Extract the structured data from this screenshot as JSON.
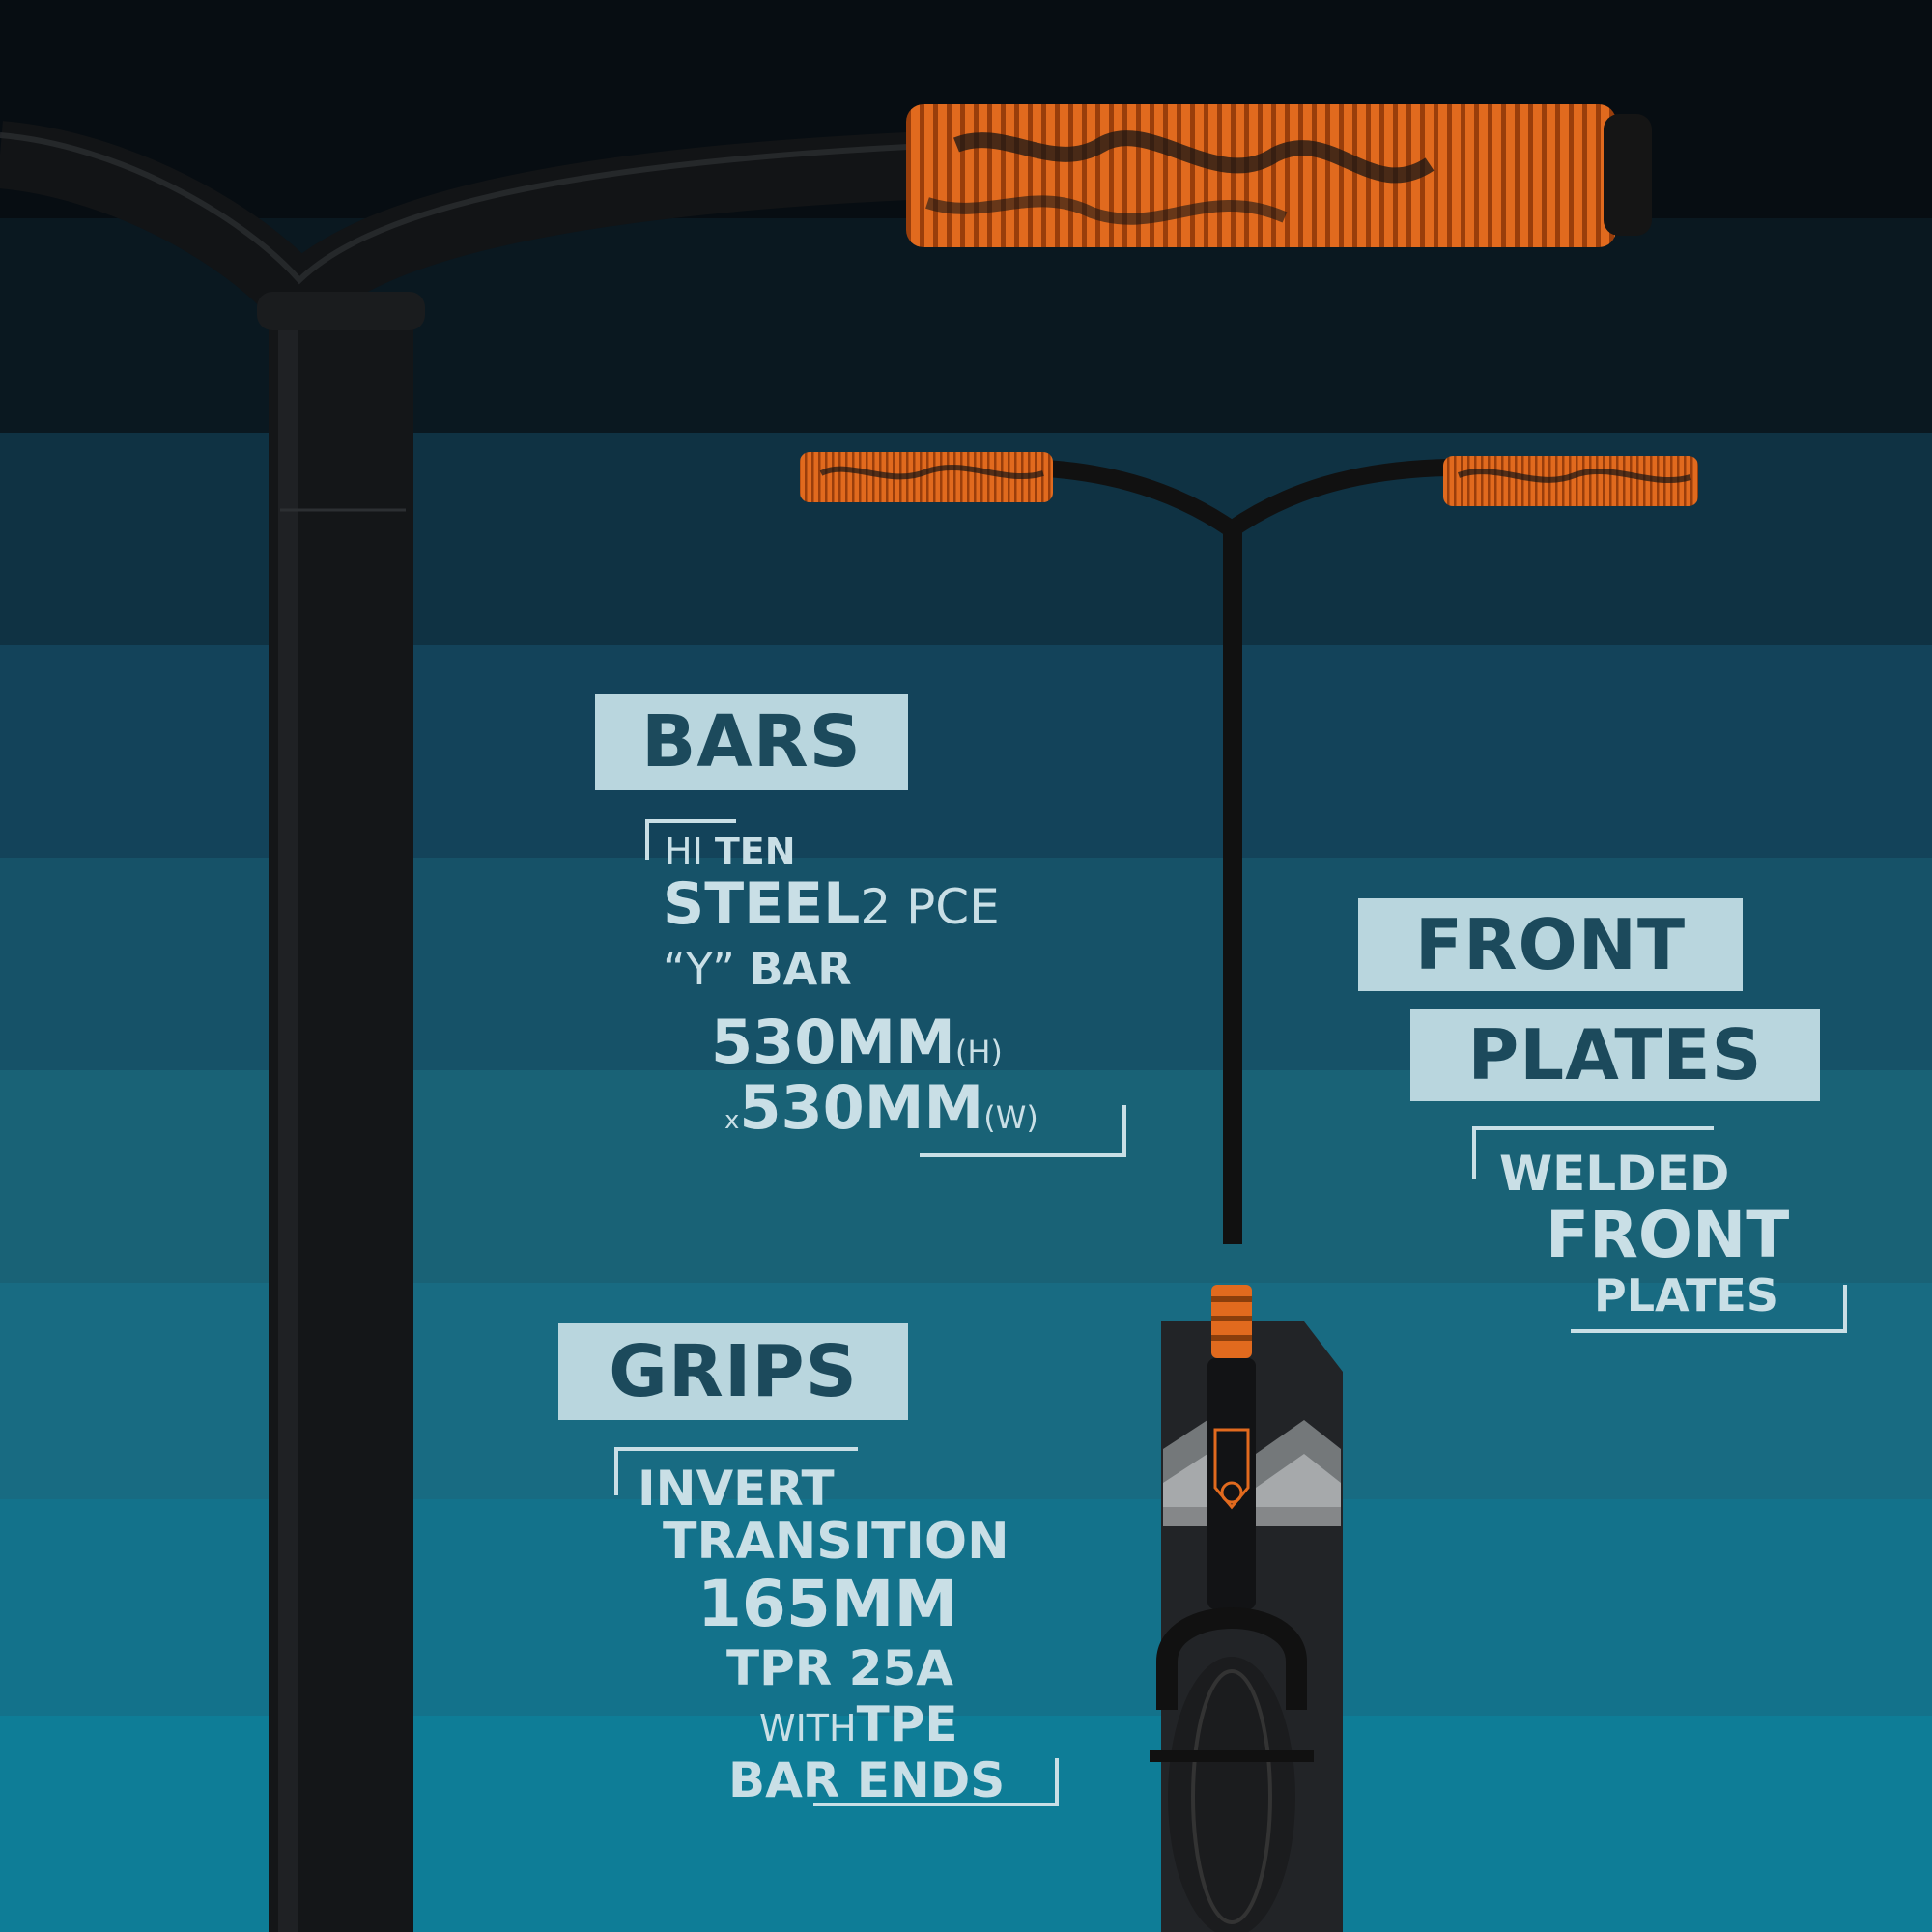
{
  "bars": {
    "heading": "BARS",
    "line1_light": "HI",
    "line1_bold": "TEN",
    "line2_bold": "STEEL",
    "line2_light": "2 PCE",
    "line3_light": "“Y”",
    "line3_bold": "BAR",
    "line4_bold": "530MM",
    "line4_unit": "(H)",
    "line5_x": "x",
    "line5_bold": "530MM",
    "line5_unit": "(W)"
  },
  "front_plates": {
    "heading_line1": "FRONT",
    "heading_line2": "PLATES",
    "line1": "WELDED",
    "line2": "FRONT",
    "line3": "PLATES"
  },
  "grips": {
    "heading": "GRIPS",
    "line1": "INVERT",
    "line2": "TRANSITION",
    "line3": "165MM",
    "line4": "TPR 25A",
    "line5_light": "WITH",
    "line5_bold": "TPE",
    "line6": "BAR ENDS"
  },
  "colors": {
    "band_dark": "#070d12",
    "band_teal_light": "#0e7d97",
    "label_bg": "#b9d6de",
    "label_text": "#1c4a5c",
    "spec_text": "#c9dfe6",
    "grip_orange": "#e16a1e"
  }
}
